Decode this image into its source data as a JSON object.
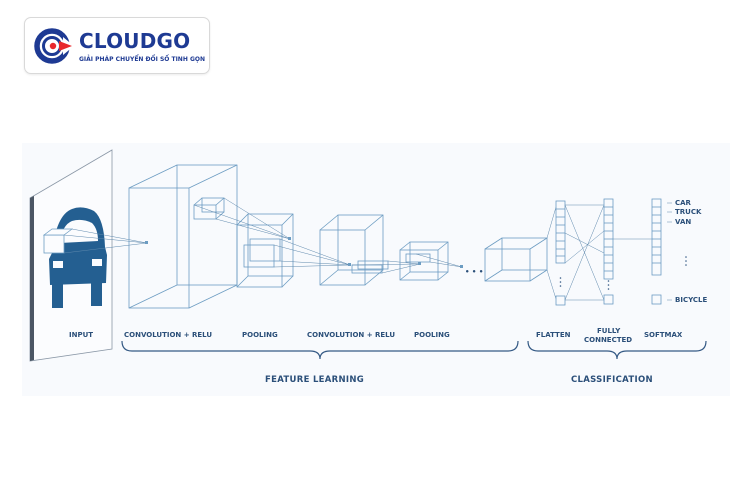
{
  "logo": {
    "name": "CLOUDGO",
    "tagline": "GIẢI PHÁP CHUYỂN ĐỔI SỐ TINH GỌN",
    "colors": {
      "primary": "#1e3a93",
      "accent": "#e8282d"
    },
    "icon": "cloudgo-logo-icon"
  },
  "diagram": {
    "stages": {
      "input": "INPUT",
      "conv1": "CONVOLUTION + RELU",
      "pool1": "POOLING",
      "conv2": "CONVOLUTION + RELU",
      "pool2": "POOLING",
      "flatten": "FLATTEN",
      "fully_connected": [
        "FULLY",
        "CONNECTED"
      ],
      "softmax": "SOFTMAX"
    },
    "groups": {
      "feature_learning": "FEATURE LEARNING",
      "classification": "CLASSIFICATION"
    },
    "classes": [
      "CAR",
      "TRUCK",
      "VAN",
      "BICYCLE"
    ],
    "ellipsis_h": "• • •",
    "colors": {
      "line": "#6c9cc2",
      "text": "#2b4f79",
      "car": "#245f91"
    }
  }
}
